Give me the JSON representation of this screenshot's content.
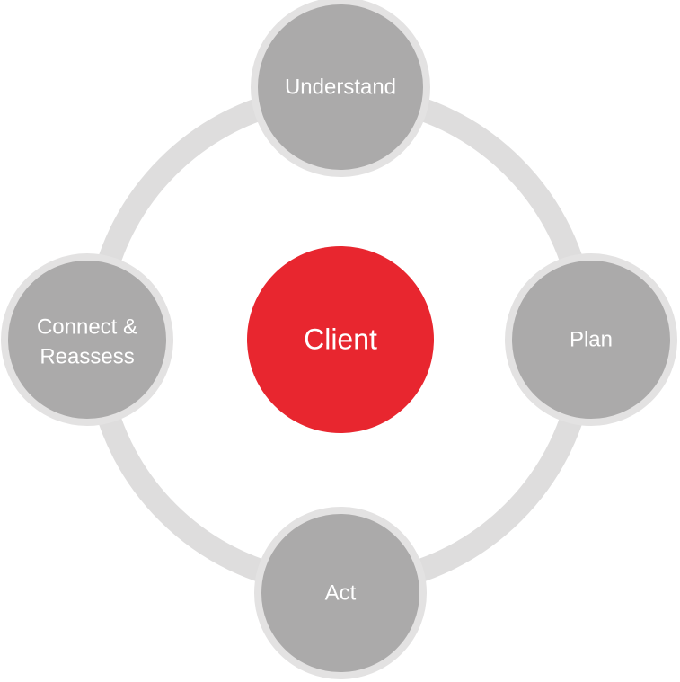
{
  "center": {
    "label": "Client",
    "color": "#E8262F"
  },
  "nodes": {
    "top": {
      "label": "Understand"
    },
    "right": {
      "label": "Plan"
    },
    "bottom": {
      "label": "Act"
    },
    "left": {
      "lines": [
        "Connect &",
        "Reassess"
      ]
    }
  },
  "colors": {
    "ring": "#DEDDDD",
    "node_fill": "#ABAAAA",
    "node_border": "#E3E2E2",
    "text": "#FFFFFF"
  }
}
